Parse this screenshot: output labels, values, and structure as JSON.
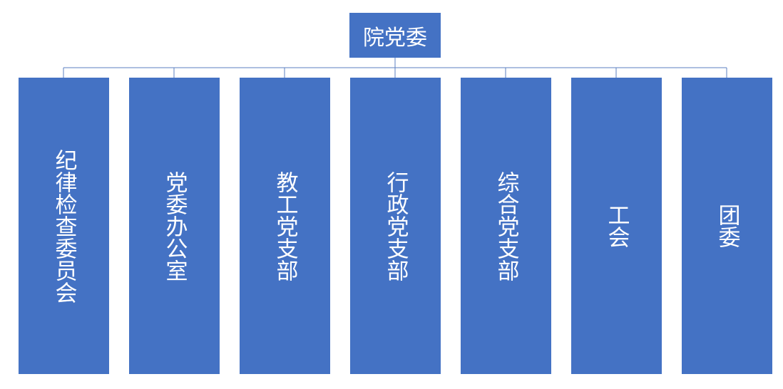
{
  "root": {
    "label": "院党委"
  },
  "children": [
    {
      "label": "纪律检查委员会"
    },
    {
      "label": "党委办公室"
    },
    {
      "label": "教工党支部"
    },
    {
      "label": "行政党支部"
    },
    {
      "label": "综合党支部"
    },
    {
      "label": "工会"
    },
    {
      "label": "团委"
    }
  ],
  "colors": {
    "box_fill": "#4472C4",
    "connector": "#5B7FC2",
    "text": "#FFFFFF"
  }
}
